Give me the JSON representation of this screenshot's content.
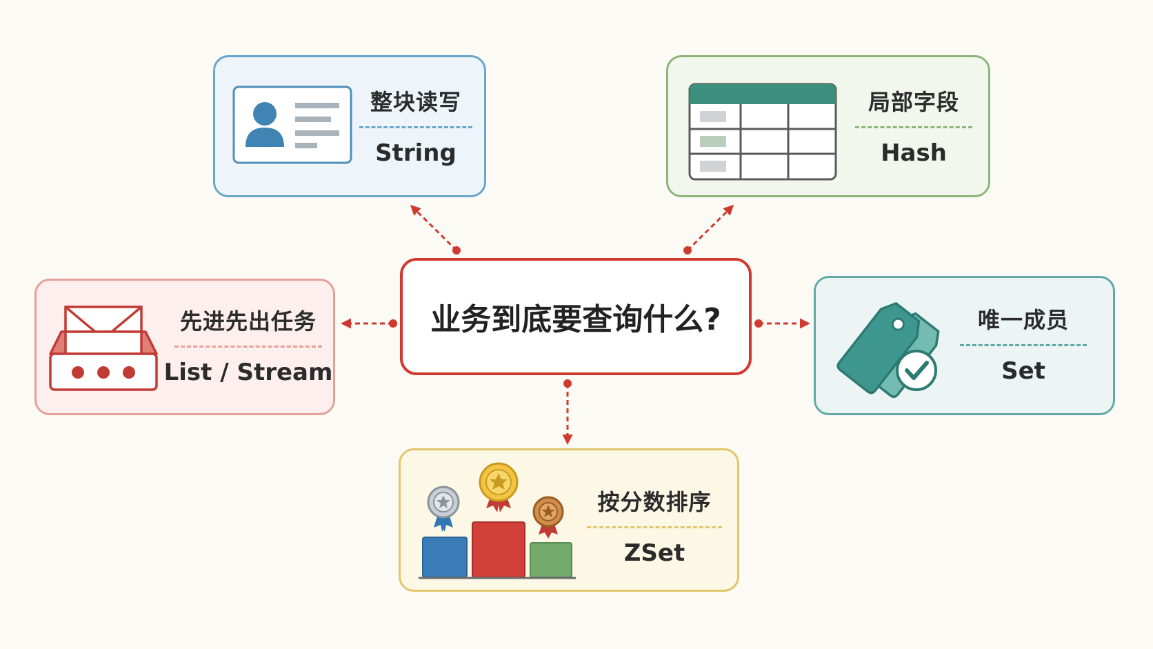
{
  "center": {
    "question": "业务到底要查询什么?"
  },
  "cards": {
    "string": {
      "scenario": "整块读写",
      "type": "String",
      "accent": "#6aa6cb",
      "icon": "id-card-icon"
    },
    "hash": {
      "scenario": "局部字段",
      "type": "Hash",
      "accent": "#8cb57a",
      "icon": "table-icon"
    },
    "list": {
      "scenario": "先进先出任务",
      "type": "List / Stream",
      "accent": "#e3a09a",
      "icon": "mail-inbox-icon"
    },
    "set": {
      "scenario": "唯一成员",
      "type": "Set",
      "accent": "#62a9a5",
      "icon": "tag-check-icon"
    },
    "zset": {
      "scenario": "按分数排序",
      "type": "ZSet",
      "accent": "#e0c66a",
      "icon": "podium-medals-icon"
    }
  },
  "colors": {
    "arrow": "#cf3a2f",
    "background": "#fcfaf5"
  }
}
